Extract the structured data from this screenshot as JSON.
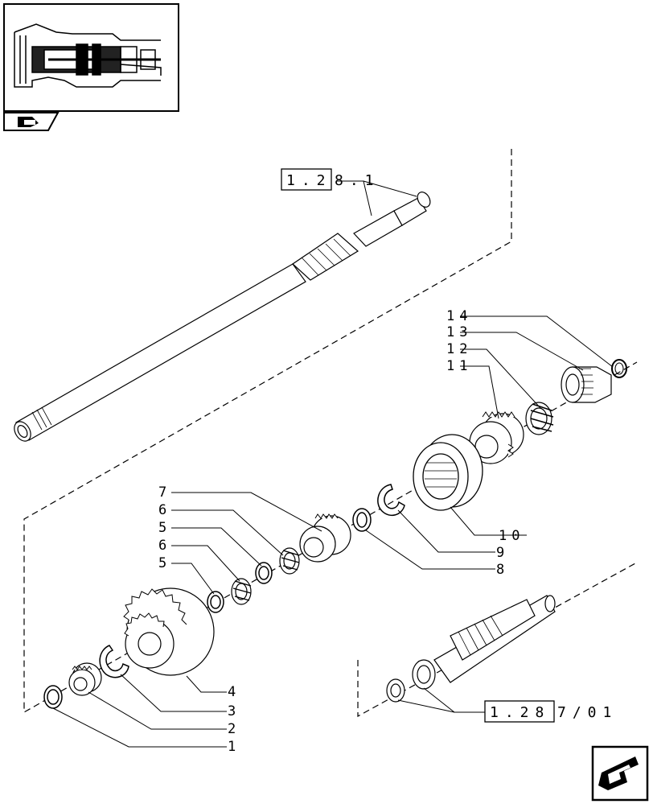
{
  "callouts": [
    {
      "id": "1",
      "text": "1"
    },
    {
      "id": "2",
      "text": "2"
    },
    {
      "id": "3",
      "text": "3"
    },
    {
      "id": "4",
      "text": "4"
    },
    {
      "id": "5a",
      "text": "5"
    },
    {
      "id": "6a",
      "text": "6"
    },
    {
      "id": "5b",
      "text": "5"
    },
    {
      "id": "6b",
      "text": "6"
    },
    {
      "id": "7",
      "text": "7"
    },
    {
      "id": "8",
      "text": "8"
    },
    {
      "id": "9",
      "text": "9"
    },
    {
      "id": "10",
      "text": "10"
    },
    {
      "id": "11",
      "text": "11"
    },
    {
      "id": "12",
      "text": "12"
    },
    {
      "id": "13",
      "text": "13"
    },
    {
      "id": "14",
      "text": "14"
    }
  ],
  "refs": {
    "top": {
      "boxed": "1.2",
      "rest": "8.1"
    },
    "bottom": {
      "boxed": "1.28",
      "rest": "7/01"
    }
  }
}
